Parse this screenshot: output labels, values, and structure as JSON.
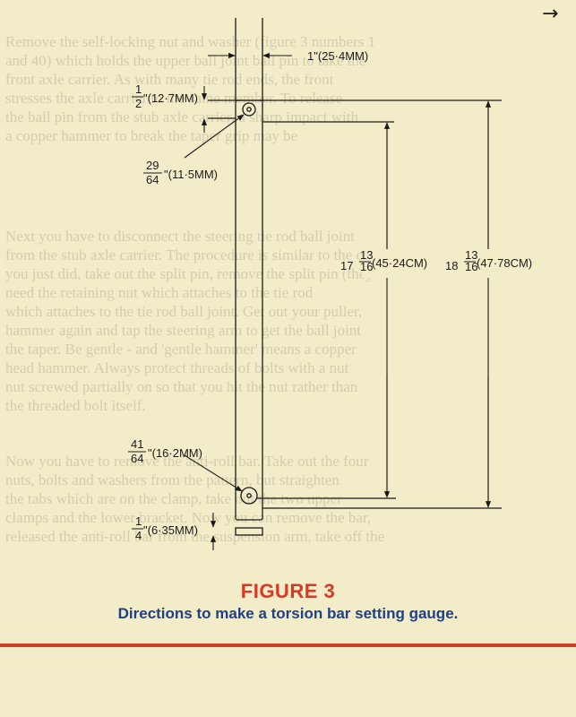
{
  "figure": {
    "title": "FIGURE 3",
    "caption": "Directions to make a torsion bar setting gauge."
  },
  "nav": {
    "arrow_glyph": "→"
  },
  "dimensions": {
    "width_top": "1\"(25·4MM)",
    "hole_offset_num": "1",
    "hole_offset_den": "2",
    "hole_offset_mm": "\"(12·7MM)",
    "hole_dia_num": "29",
    "hole_dia_den": "64",
    "hole_dia_mm": "\"(11·5MM)",
    "inner_len_whole": "17",
    "inner_len_num": "13",
    "inner_len_den": "16",
    "inner_len_mm": "(45·24CM)",
    "outer_len_whole": "18",
    "outer_len_num": "13",
    "outer_len_den": "16",
    "outer_len_mm": "(47·78CM)",
    "lower_hole_num": "41",
    "lower_hole_den": "64",
    "lower_hole_mm": "\"(16·2MM)",
    "thick_num": "1",
    "thick_den": "4",
    "thick_mm": "\"(6·35MM)"
  },
  "background_text": [
    "Remove the self-locking nut and washer (figure 3 numbers 1",
    "and 40) which holds the upper ball joint ball pin to take the",
    "front axle carrier. As with many tie rod ends, the front",
    "stresses the axle carrier to the same member. To release",
    "the ball pin from the stub axle carrier, a sharp impact with",
    "a copper hammer to break the taper grip may be",
    "",
    "",
    "Next you have to disconnect the steering tie rod ball joint",
    "from the stub axle carrier. The procedure is similar to the one",
    "you just did, take out the split pin, remove the split pin (they",
    "need the retaining nut which attaches to the tie rod",
    "which attaches to the tie rod ball joint. Get out your puller,",
    "hammer again and tap the steering arm to get the ball joint",
    "the taper. Be gentle - and 'gentle hammer' means a copper",
    "head hammer. Always protect threads of bolts with a nut",
    "nut screwed partially on so that you hit the nut rather than",
    "the threaded bolt itself.",
    "",
    "Now you have to remove the anti-roll bar. Take out the four",
    "nuts, bolts and washers from the pattern, but straighten",
    "the tabs which are on the clamp, take out the two upper",
    "clamps and the lower bracket. Now you can remove the bar,",
    "released the anti-roll bar from the suspension arm, take off the"
  ]
}
